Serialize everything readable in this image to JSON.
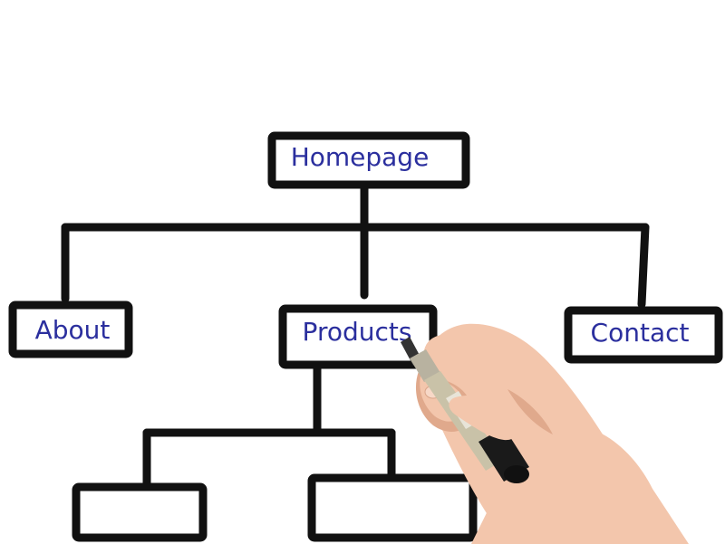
{
  "diagram": {
    "nodes": {
      "root": {
        "label": "Homepage"
      },
      "about": {
        "label": "About"
      },
      "products": {
        "label": "Products"
      },
      "contact": {
        "label": "Contact"
      },
      "child1": {
        "label": ""
      },
      "child2": {
        "label": ""
      }
    }
  },
  "colors": {
    "ink": "#111111",
    "label_text": "#2b2f9e",
    "background": "#ffffff",
    "skin": "#f3c6ac"
  },
  "icons": {
    "hand": "hand-holding-marker-icon"
  }
}
